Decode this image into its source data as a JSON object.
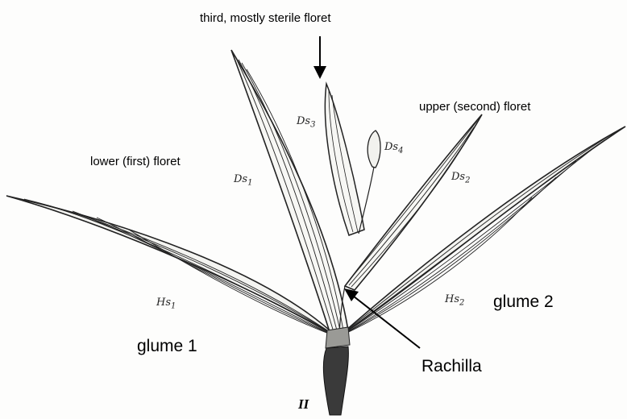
{
  "labels": {
    "third_floret": "third, mostly sterile floret",
    "upper_floret": "upper (second) floret",
    "lower_floret": "lower (first) floret",
    "glume_1": "glume 1",
    "glume_2": "glume 2",
    "rachilla": "Rachilla"
  },
  "handwritten": {
    "ds3": {
      "base": "Ds",
      "sub": "3"
    },
    "ds4": {
      "base": "Ds",
      "sub": "4"
    },
    "ds1": {
      "base": "Ds",
      "sub": "1"
    },
    "ds2": {
      "base": "Ds",
      "sub": "2"
    },
    "hs1": {
      "base": "Hs",
      "sub": "1"
    },
    "hs2": {
      "base": "Hs",
      "sub": "2"
    },
    "figure_numeral": "II"
  },
  "colors": {
    "ink": "#222222",
    "background": "#fdfdfc",
    "base_fill": "#3a3a3a"
  }
}
